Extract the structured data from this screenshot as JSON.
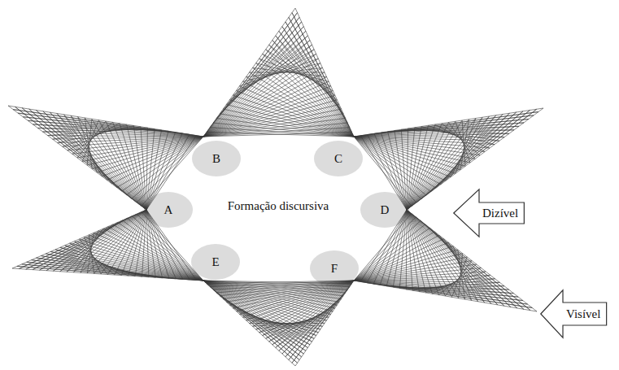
{
  "diagram": {
    "nodes": [
      {
        "text": [
          "Dizível"
        ]
      },
      {
        "text": [
          "Visível"
        ]
      }
    ],
    "labels": [
      "B",
      "C",
      "A",
      "Formação discursiva",
      "D",
      "E",
      "F"
    ]
  }
}
